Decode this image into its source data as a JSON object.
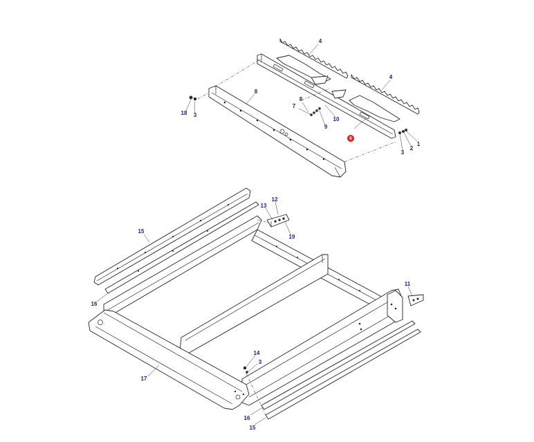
{
  "callouts": {
    "c4a": "4",
    "c4b": "4",
    "c8": "8",
    "c18a": "18",
    "c3a": "3",
    "c8b": "8",
    "c7": "7",
    "c9": "9",
    "c10": "10",
    "c6": "6",
    "c3b": "3",
    "c2": "2",
    "c1": "1",
    "c12": "12",
    "c13": "13",
    "c19": "19",
    "c15a": "15",
    "c16a": "16",
    "c11": "11",
    "c14": "14",
    "c3c": "3",
    "c17": "17",
    "c16b": "16",
    "c15b": "15"
  },
  "colors": {
    "line": "#222222",
    "callout": "#1a1a8c",
    "highlight": "#e51c1c"
  }
}
